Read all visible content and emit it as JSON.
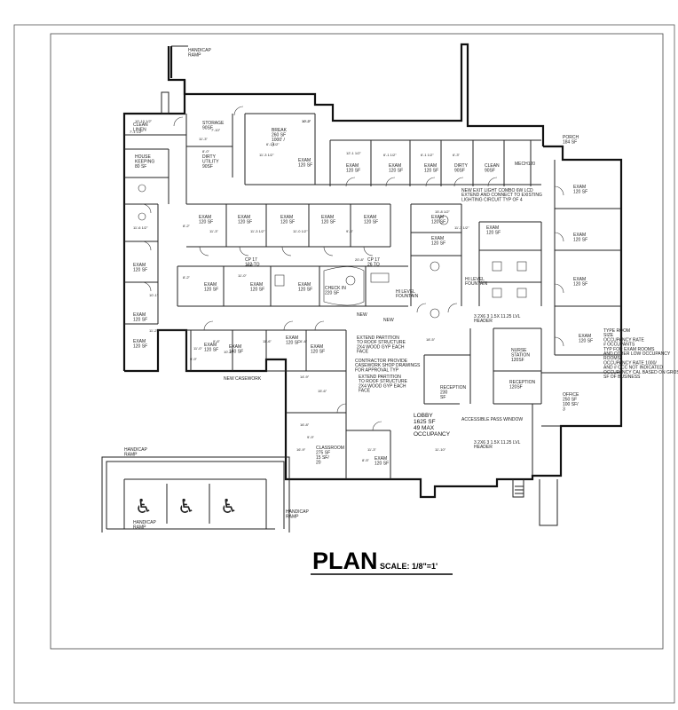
{
  "title": "PLAN",
  "scale": "SCALE: 1/8\"=1'",
  "rooms": [
    {
      "id": "clean-linen",
      "lines": [
        "CLEAN",
        "LINEN"
      ]
    },
    {
      "id": "house-keeping",
      "lines": [
        "HOUSE",
        "KEEPING",
        "80 SF"
      ]
    },
    {
      "id": "storage",
      "lines": [
        "STORAGE",
        "90SF"
      ]
    },
    {
      "id": "dirty-utility",
      "lines": [
        "DIRTY",
        "UTILITY",
        "90SF"
      ]
    },
    {
      "id": "break",
      "lines": [
        "BREAK",
        "260 SF",
        "1000' /",
        "3"
      ]
    },
    {
      "id": "exam-a",
      "lines": [
        "EXAM",
        "120 SF"
      ]
    },
    {
      "id": "exam-b",
      "lines": [
        "EXAM",
        "120 SF"
      ]
    },
    {
      "id": "exam-c",
      "lines": [
        "EXAM",
        "120 SF"
      ]
    },
    {
      "id": "exam-d",
      "lines": [
        "EXAM",
        "120 SF"
      ]
    },
    {
      "id": "dirty",
      "lines": [
        "DIRTY",
        "90SF"
      ]
    },
    {
      "id": "clean",
      "lines": [
        "CLEAN",
        "90SF"
      ]
    },
    {
      "id": "mech",
      "lines": [
        "MECH120"
      ]
    },
    {
      "id": "porch",
      "lines": [
        "PORCH",
        "184 SF"
      ]
    },
    {
      "id": "exam-e",
      "lines": [
        "EXAM",
        "120 SF"
      ]
    },
    {
      "id": "exam-f",
      "lines": [
        "EXAM",
        "120 SF"
      ]
    },
    {
      "id": "exam-g",
      "lines": [
        "EXAM",
        "120 SF"
      ]
    },
    {
      "id": "exam-h",
      "lines": [
        "EXAM",
        "120 SF"
      ]
    },
    {
      "id": "exam-i",
      "lines": [
        "EXAM",
        "120 SF"
      ]
    },
    {
      "id": "exam-j",
      "lines": [
        "EXAM",
        "120 SF"
      ]
    },
    {
      "id": "exam-k",
      "lines": [
        "EXAM",
        "120 SF"
      ]
    },
    {
      "id": "exam-l",
      "lines": [
        "EXAM",
        "120 SF"
      ]
    },
    {
      "id": "exam-m",
      "lines": [
        "EXAM",
        "120 SF"
      ]
    },
    {
      "id": "exam-n",
      "lines": [
        "EXAM",
        "120 SF"
      ]
    },
    {
      "id": "exam-o",
      "lines": [
        "EXAM",
        "120 SF"
      ]
    },
    {
      "id": "exam-p",
      "lines": [
        "EXAM",
        "120 SF"
      ]
    },
    {
      "id": "exam-q",
      "lines": [
        "EXAM",
        "120 SF"
      ]
    },
    {
      "id": "exam-r",
      "lines": [
        "EXAM",
        "120 SF"
      ]
    },
    {
      "id": "exam-s",
      "lines": [
        "EXAM",
        "120 SF"
      ]
    },
    {
      "id": "exam-t",
      "lines": [
        "EXAM",
        "120 SF"
      ]
    },
    {
      "id": "exam-u",
      "lines": [
        "EXAM",
        "120 SF"
      ]
    },
    {
      "id": "exam-v",
      "lines": [
        "EXAM",
        "120 SF"
      ]
    },
    {
      "id": "exam-w",
      "lines": [
        "EXAM",
        "120 SF"
      ]
    },
    {
      "id": "exam-x",
      "lines": [
        "EXAM",
        "160 SF"
      ]
    },
    {
      "id": "exam-y",
      "lines": [
        "EXAM",
        "120 SF"
      ]
    },
    {
      "id": "exam-z",
      "lines": [
        "EXAM",
        "120 SF"
      ]
    },
    {
      "id": "check-in",
      "lines": [
        "CHECK IN",
        "220 SF"
      ]
    },
    {
      "id": "nurse-station",
      "lines": [
        "NURSE",
        "STATION",
        "120SF"
      ]
    },
    {
      "id": "reception",
      "lines": [
        "RECEPTION",
        "120SF"
      ]
    },
    {
      "id": "reception-2",
      "lines": [
        "RECEPTION",
        "230",
        "SF"
      ]
    },
    {
      "id": "office",
      "lines": [
        "OFFICE",
        "250 SF",
        "100 SF/",
        "3"
      ]
    },
    {
      "id": "lobby",
      "lines": [
        "LOBBY",
        "1625 SF",
        "49 MAX",
        "OCCUPANCY"
      ]
    },
    {
      "id": "classroom",
      "lines": [
        "CLASSROOM",
        "275 SF",
        "15 SF/",
        "20"
      ]
    },
    {
      "id": "exam-aa",
      "lines": [
        "EXAM",
        "120 SF"
      ]
    }
  ],
  "corridor_labels": [
    {
      "id": "cp17-left",
      "lines": [
        "CP 17",
        "102 TO"
      ]
    },
    {
      "id": "cp17-right",
      "lines": [
        "CP 17",
        "26 TO"
      ]
    }
  ],
  "ramps": [
    {
      "id": "ramp-top",
      "lines": [
        "HANDICAP",
        "RAMP"
      ]
    },
    {
      "id": "ramp-left",
      "lines": [
        "HANDICAP",
        "RAMP"
      ]
    },
    {
      "id": "ramp-bottom-left",
      "lines": [
        "HANDICAP",
        "RAMP"
      ]
    },
    {
      "id": "ramp-bottom",
      "lines": [
        "HANDICAP",
        "RAMP"
      ]
    }
  ],
  "notes": [
    {
      "id": "note-exit",
      "lines": [
        "NEW EXIT LIGHT COMBO 6W LCD",
        "EXTEND AND CONNECT TO EXISTING",
        "LIGHTING CIRCUIT TYP OF 4"
      ]
    },
    {
      "id": "note-partition-1",
      "lines": [
        "EXTEND PARTITION",
        "TO ROOF STRUCTURE",
        "2X4 WOOD GYP EACH",
        "FACE"
      ]
    },
    {
      "id": "note-contractor",
      "lines": [
        "CONTRACTOR PROVIDE",
        "CASEWORK SHOP DRAWINGS",
        "FOR APPROVAL TYP"
      ]
    },
    {
      "id": "note-partition-2",
      "lines": [
        "EXTEND PARTITION",
        "TO ROOF STRUCTURE",
        "2X4 WOOD GYP EACH",
        "FACE"
      ]
    },
    {
      "id": "note-header-1",
      "lines": [
        "3 2X6 3 1.5X 11.25 LVL",
        "HEADER"
      ]
    },
    {
      "id": "note-header-2",
      "lines": [
        "3 2X6 3 1.5X 11.25 LVL",
        "HEADER"
      ]
    },
    {
      "id": "note-typ-room",
      "lines": [
        "TYPE ROOM",
        "SIZE",
        "OCCUPANCY RATE",
        "# OCCUPANTS",
        "TYP FOR EXAM ROOMS",
        "AND OTHER LOW OCCUPANCY",
        "ROOMS",
        "OCCUPANCY RATE 1000/",
        "AND # OCC NOT INDICATED",
        "OCCUPANCY CAL BASED ON GROSS",
        "SF OF BUSINESS"
      ]
    },
    {
      "id": "note-new-1",
      "lines": [
        "NEW"
      ]
    },
    {
      "id": "note-new-2",
      "lines": [
        "NEW"
      ]
    },
    {
      "id": "note-fountain-1",
      "lines": [
        "HI LEVEL",
        "FOUNTAIN"
      ]
    },
    {
      "id": "note-fountain-2",
      "lines": [
        "HI LEVEL",
        "FOUNTAIN"
      ]
    },
    {
      "id": "note-pass-window",
      "lines": [
        "ACCESSIBLE PASS WINDOW"
      ]
    },
    {
      "id": "note-new-casework",
      "lines": [
        "NEW CASEWORK"
      ]
    }
  ],
  "dimensions": [
    "10'-10 1/2\"",
    "7'-1 1/2\"",
    "11'-3\"",
    "8'-0\"",
    "7'-10\"",
    "10'-3\"",
    "6'-1 1/2\"",
    "11'-3 1/2\"",
    "10'-2\"",
    "12'-1 1/2\"",
    "6'-1 1/2\"",
    "6'-1 1/2\"",
    "6'-3\"",
    "15'-8 1/2\"",
    "11'-3 1/2\"",
    "11'-6 1/2\"",
    "11'-3\"",
    "11'-3 1/2\"",
    "11'-0 1/2\"",
    "9'-6\"",
    "8'-2\"",
    "8'-2\"",
    "6'-6\"",
    "11'-0\"",
    "10'-1\"",
    "11'-2\"",
    "9'-6\"",
    "11'-6\"",
    "6'-4\"",
    "20'-8\"",
    "10'-9\"",
    "11'-0\"",
    "9'-9\"",
    "14'-9\"",
    "15'-6\"",
    "16'-8\"",
    "9'-9\"",
    "16'-9\"",
    "18'-5\"",
    "11'-3\"",
    "8'-5\"",
    "11'-10\""
  ]
}
